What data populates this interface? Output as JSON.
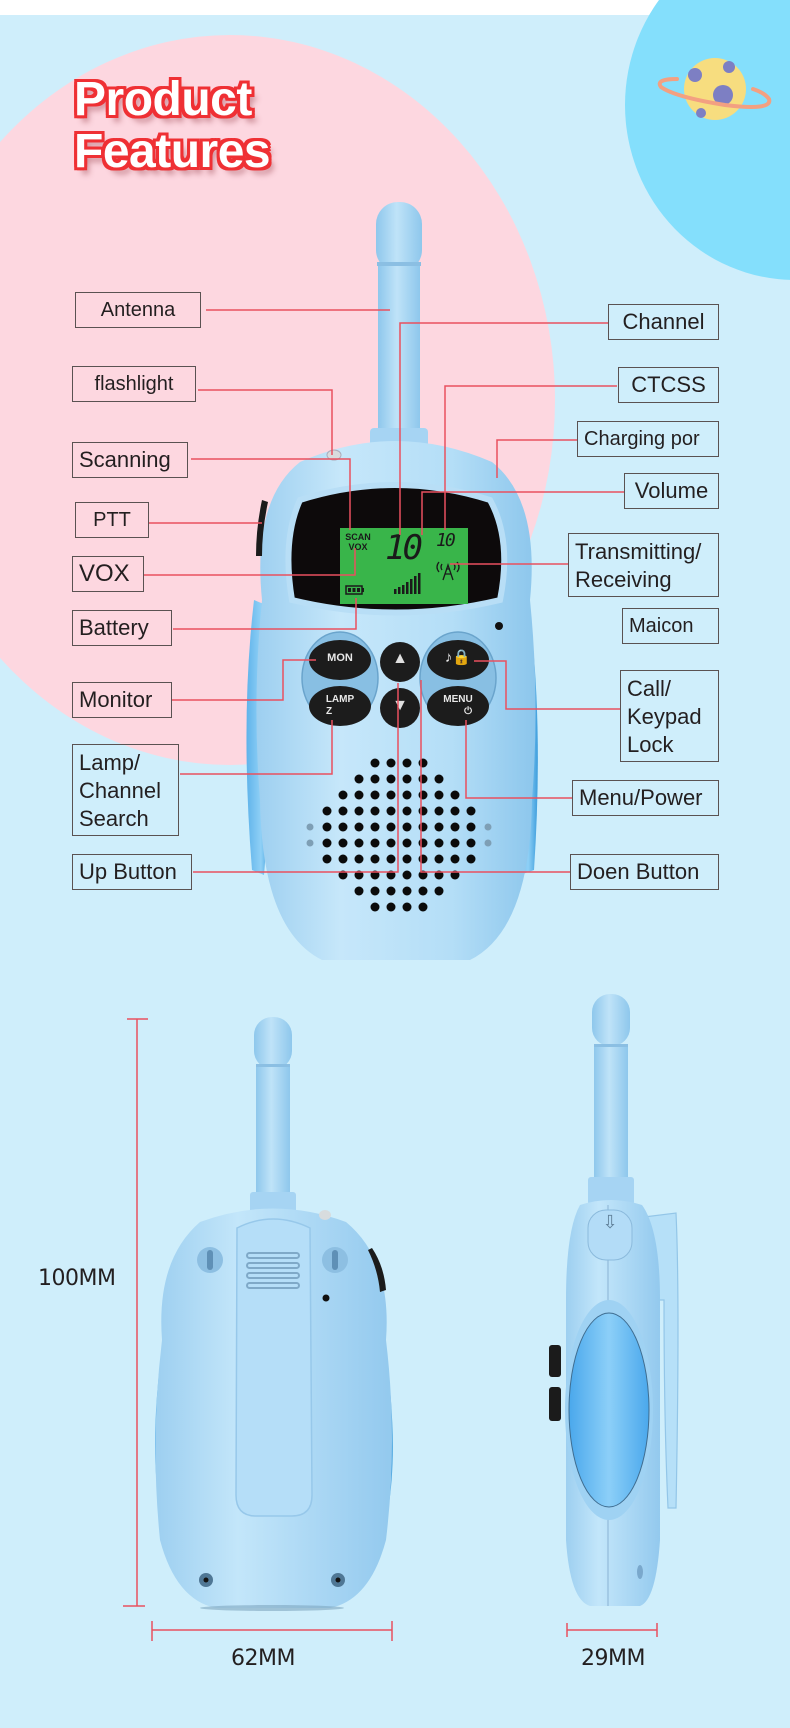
{
  "header": {
    "title_line1": "Product",
    "title_line2": "Features"
  },
  "colors": {
    "background": "#cfeefb",
    "pink_blob": "#fdd7e0",
    "blue_blob": "#84dffc",
    "title_outline": "#ef3034",
    "leader_line": "#e9505f",
    "device_body": "#a8d6f2",
    "lcd_green": "#39b54a"
  },
  "labels_left": [
    {
      "id": "antenna",
      "text": "Antenna"
    },
    {
      "id": "flashlight",
      "text": "flashlight"
    },
    {
      "id": "scanning",
      "text": "Scanning"
    },
    {
      "id": "ptt",
      "text": "PTT"
    },
    {
      "id": "vox",
      "text": "VOX"
    },
    {
      "id": "battery",
      "text": "Battery"
    },
    {
      "id": "monitor",
      "text": "Monitor"
    },
    {
      "id": "lamp",
      "text": "Lamp/ Channel Search"
    },
    {
      "id": "up",
      "text": "Up Button"
    }
  ],
  "labels_right": [
    {
      "id": "channel",
      "text": "Channel"
    },
    {
      "id": "ctcss",
      "text": "CTCSS"
    },
    {
      "id": "charging",
      "text": "Charging por"
    },
    {
      "id": "volume",
      "text": "Volume"
    },
    {
      "id": "txrx",
      "text": "Transmitting/ Receiving"
    },
    {
      "id": "maicon",
      "text": "Maicon"
    },
    {
      "id": "call",
      "text": "Call/ Keypad Lock"
    },
    {
      "id": "menu",
      "text": "Menu/Power"
    },
    {
      "id": "down",
      "text": "Doen Button"
    }
  ],
  "lcd": {
    "scan": "SCAN",
    "vox": "VOX",
    "channel_big": "10",
    "ctcss_small": "10"
  },
  "buttons": {
    "mon": "MON",
    "lamp": "LAMP",
    "lamp_sub": "Z",
    "menu": "MENU",
    "menu_sub": "⏻",
    "up": "▲",
    "down": "▼",
    "call": "♪🔒"
  },
  "dimensions": {
    "height": "100MM",
    "width": "62MM",
    "depth": "29MM"
  }
}
